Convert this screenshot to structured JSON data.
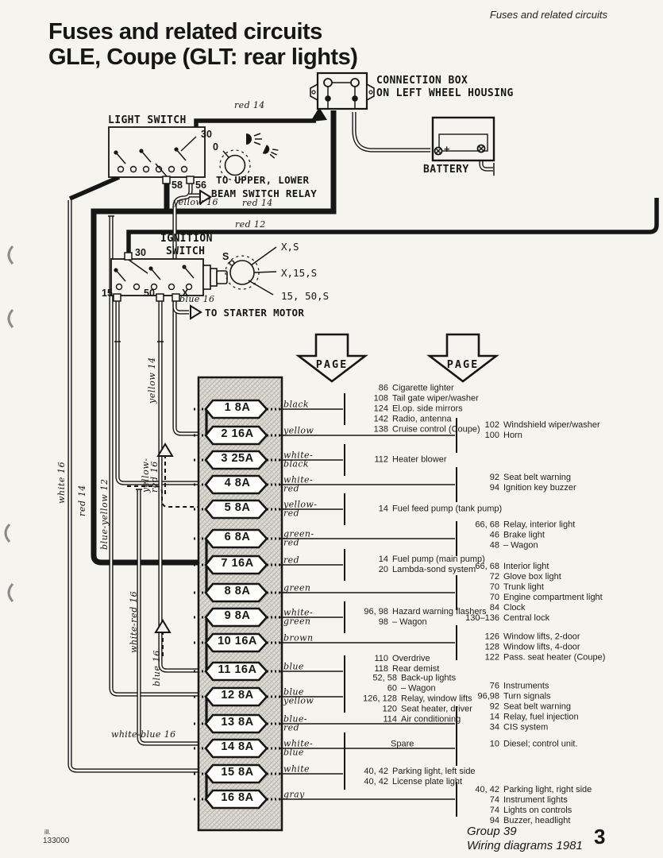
{
  "colors": {
    "paper": "#f5f4ef",
    "ink": "#161616",
    "fuse_box_fill": "#dedcd6",
    "hatch": "#b7b3a9"
  },
  "page": {
    "running_header": "Fuses and related circuits",
    "title_line1": "Fuses and related circuits",
    "title_line2": "GLE, Coupe (GLT: rear lights)",
    "footer": {
      "illustration_caption": "ill.",
      "illustration_number": "133000",
      "group": "Group 39",
      "series": "Wiring diagrams 1981",
      "page_number": "3"
    }
  },
  "connection_box": {
    "label_line1": "CONNECTION BOX",
    "label_line2": "ON LEFT WHEEL HOUSING"
  },
  "battery": {
    "label": "BATTERY",
    "plus": "+"
  },
  "light_switch": {
    "label": "LIGHT SWITCH",
    "terminal_30": "30",
    "terminal_58": "58",
    "terminal_56": "56",
    "dial_position": "0",
    "relay_note_line1": "TO UPPER, LOWER",
    "relay_note_line2": "BEAM SWITCH RELAY"
  },
  "ignition_switch": {
    "label_line1": "IGNITION",
    "label_line2": "SWITCH",
    "terminal_30": "30",
    "terminal_15": "15",
    "terminal_50": "50",
    "terminal_x": "X",
    "dial_letter": "S",
    "position_1": "X,S",
    "position_2": "X,15,S",
    "position_3": "15, 50,S",
    "starter_note": "TO STARTER MOTOR"
  },
  "page_arrows": {
    "left": "PAGE",
    "right": "PAGE"
  },
  "wire_labels": {
    "red_14_top": "red 14",
    "yellow_16": "yellow 16",
    "red_14_mid": "red 14",
    "red_12": "red 12",
    "blue_16_starter": "blue 16",
    "white_16": "white 16",
    "red_14_vert": "red 14",
    "blue_yellow_12": "blue-yellow 12",
    "yellow_14": "yellow 14",
    "yellow_red_16": "yellow-\nred 16",
    "white_red_16": "white-red 16",
    "blue_16_vert": "blue 16",
    "white_blue_16": "white-blue 16"
  },
  "fuse_box": {
    "fuses": [
      {
        "number": "1",
        "rating": "8A",
        "wire_color": "black",
        "circuits": [
          [
            "86",
            "Cigarette lighter"
          ],
          [
            "108",
            "Tail gate wiper/washer"
          ],
          [
            "124",
            "El.op. side mirrors"
          ],
          [
            "142",
            "Radio, antenna"
          ],
          [
            "138",
            "Cruise control (Coupe)"
          ]
        ]
      },
      {
        "number": "2",
        "rating": "16A",
        "wire_color": "yellow",
        "circuits": [
          [
            "102",
            "Windshield wiper/washer"
          ],
          [
            "100",
            "Horn"
          ]
        ]
      },
      {
        "number": "3",
        "rating": "25A",
        "wire_color": "white-black",
        "circuits": [
          [
            "112",
            "Heater blower"
          ]
        ]
      },
      {
        "number": "4",
        "rating": "8A",
        "wire_color": "white-red",
        "circuits": [
          [
            "92",
            "Seat belt warning"
          ],
          [
            "94",
            "Ignition key buzzer"
          ]
        ]
      },
      {
        "number": "5",
        "rating": "8A",
        "wire_color": "yellow-red",
        "circuits": [
          [
            "14",
            "Fuel feed pump (tank pump)"
          ]
        ]
      },
      {
        "number": "6",
        "rating": "8A",
        "wire_color": "green-red",
        "circuits": [
          [
            "66, 68",
            "Relay, interior light"
          ],
          [
            "46",
            "Brake light"
          ],
          [
            "48",
            "– Wagon"
          ]
        ]
      },
      {
        "number": "7",
        "rating": "16A",
        "wire_color": "red",
        "circuits": [
          [
            "14",
            "Fuel pump (main pump)"
          ],
          [
            "20",
            "Lambda-sond system"
          ]
        ]
      },
      {
        "number": "8",
        "rating": "8A",
        "wire_color": "green",
        "circuits": [
          [
            "66, 68",
            "Interior light"
          ],
          [
            "72",
            "Glove box light"
          ],
          [
            "70",
            "Trunk light"
          ],
          [
            "70",
            "Engine compartment light"
          ],
          [
            "84",
            "Clock"
          ],
          [
            "130–136",
            "Central lock"
          ]
        ]
      },
      {
        "number": "9",
        "rating": "8A",
        "wire_color": "white-green",
        "circuits": [
          [
            "96, 98",
            "Hazard warning flashers"
          ],
          [
            "98",
            "– Wagon"
          ]
        ]
      },
      {
        "number": "10",
        "rating": "16A",
        "wire_color": "brown",
        "circuits": [
          [
            "126",
            "Window lifts, 2-door"
          ],
          [
            "128",
            "Window lifts, 4-door"
          ],
          [
            "122",
            "Pass. seat heater (Coupe)"
          ]
        ]
      },
      {
        "number": "11",
        "rating": "16A",
        "wire_color": "blue",
        "circuits": [
          [
            "110",
            "Overdrive"
          ],
          [
            "118",
            "Rear demist"
          ]
        ]
      },
      {
        "number": "12",
        "rating": "8A",
        "wire_color": "blue yellow",
        "circuits": [
          [
            "52, 58",
            "Back-up lights"
          ],
          [
            "60",
            "– Wagon"
          ],
          [
            "126, 128",
            "Relay, window lifts"
          ],
          [
            "120",
            "Seat heater, driver"
          ],
          [
            "114",
            "Air conditioning"
          ]
        ]
      },
      {
        "number": "13",
        "rating": "8A",
        "wire_color": "blue-red",
        "circuits": [
          [
            "76",
            "Instruments"
          ],
          [
            "96,98",
            "Turn signals"
          ],
          [
            "92",
            "Seat belt warning"
          ],
          [
            "14",
            "Relay, fuel injection"
          ],
          [
            "34",
            "CIS system"
          ]
        ]
      },
      {
        "number": "14",
        "rating": "8A",
        "wire_color": "white-blue",
        "circuits": [
          [
            "",
            "Spare"
          ]
        ],
        "right_circuits": [
          [
            "10",
            "Diesel; control unit."
          ]
        ]
      },
      {
        "number": "15",
        "rating": "8A",
        "wire_color": "white",
        "circuits": [
          [
            "40, 42",
            "Parking light, left side"
          ],
          [
            "40, 42",
            "License plate light"
          ]
        ]
      },
      {
        "number": "16",
        "rating": "8A",
        "wire_color": "gray",
        "circuits": [
          [
            "40, 42",
            "Parking light, right side"
          ],
          [
            "74",
            "Instrument lights"
          ],
          [
            "74",
            "Lights on controls"
          ],
          [
            "94",
            "Buzzer, headlight"
          ]
        ]
      }
    ]
  }
}
